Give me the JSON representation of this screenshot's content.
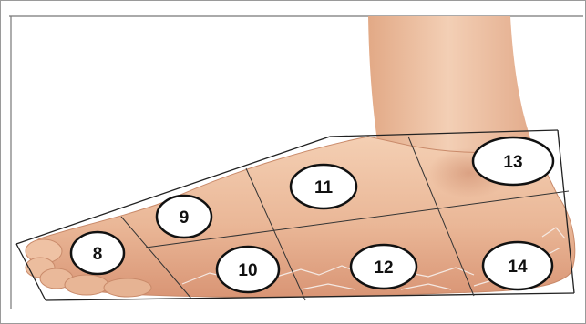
{
  "figure": {
    "zones": [
      {
        "id": "zone-8",
        "label": "8"
      },
      {
        "id": "zone-9",
        "label": "9"
      },
      {
        "id": "zone-10",
        "label": "10"
      },
      {
        "id": "zone-11",
        "label": "11"
      },
      {
        "id": "zone-12",
        "label": "12"
      },
      {
        "id": "zone-13",
        "label": "13"
      },
      {
        "id": "zone-14",
        "label": "14"
      }
    ]
  }
}
